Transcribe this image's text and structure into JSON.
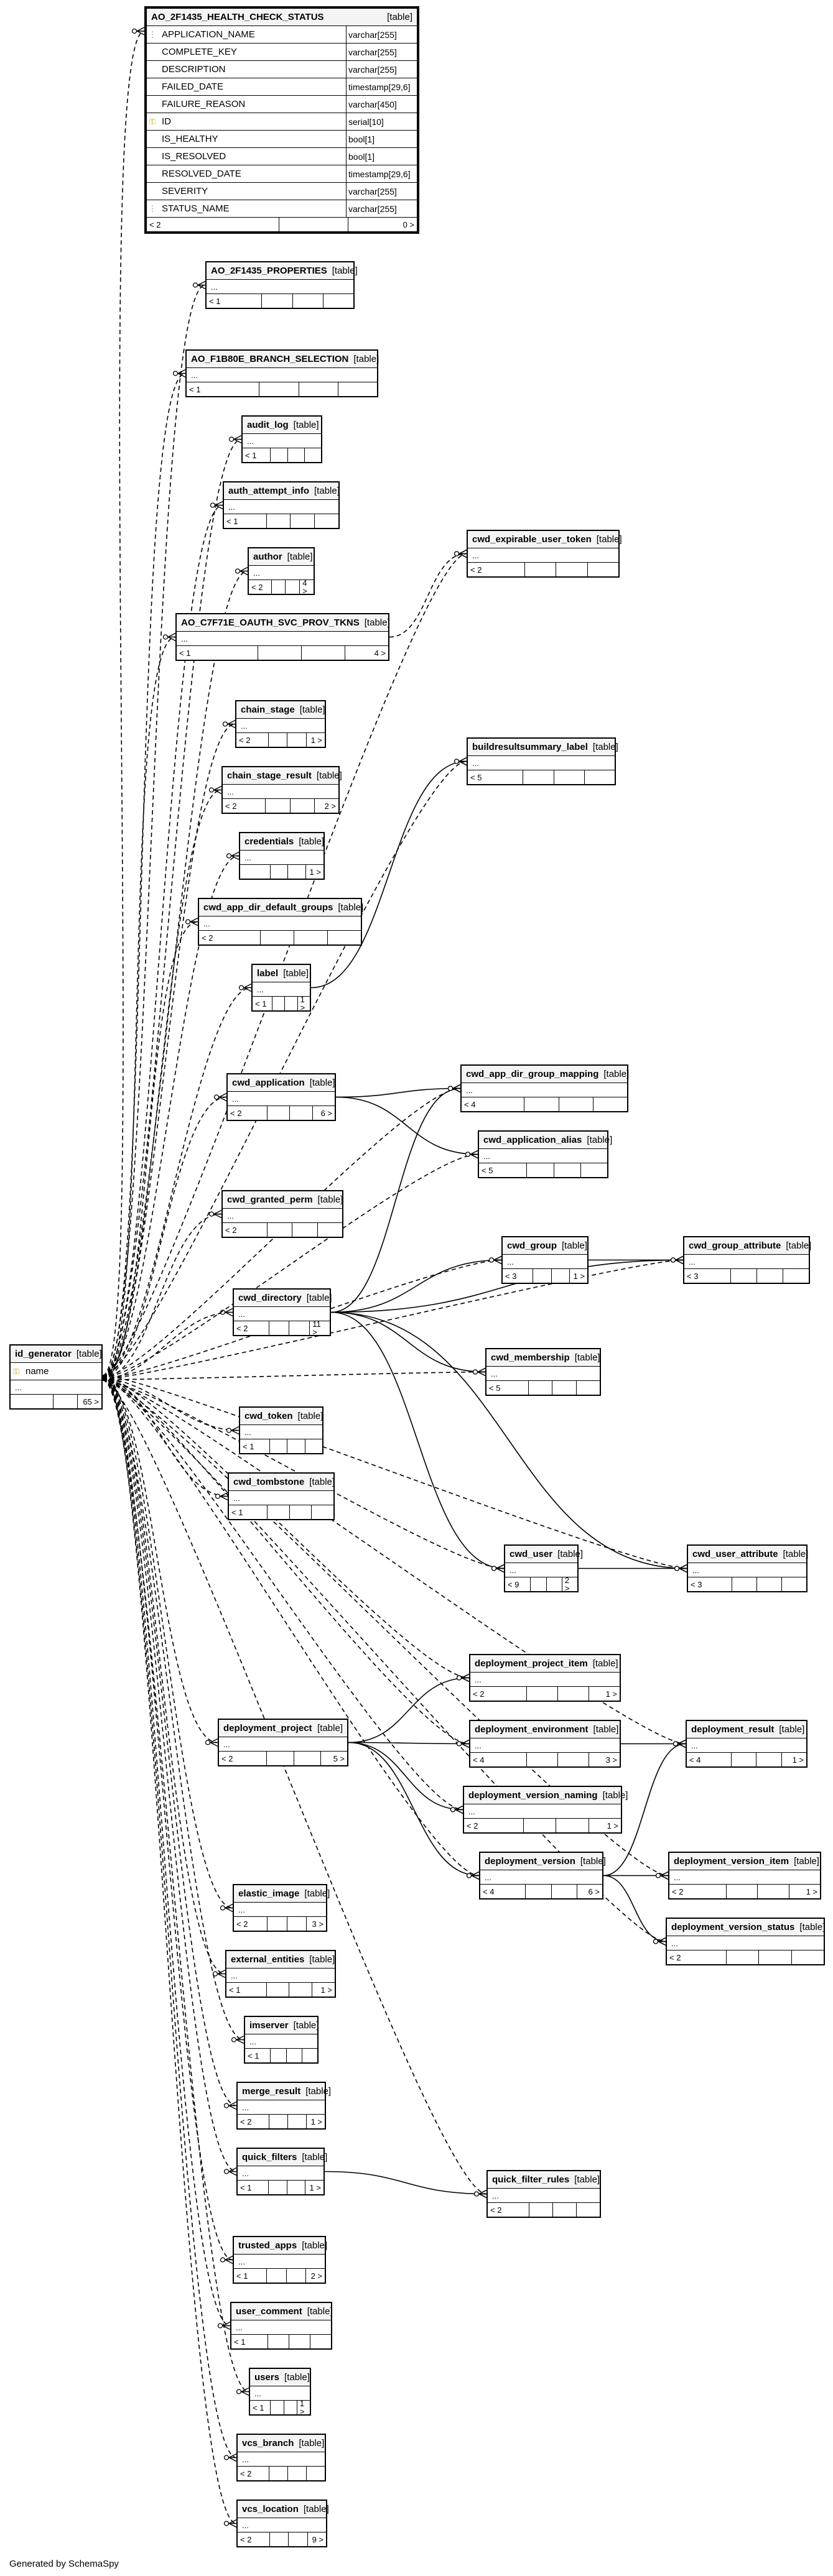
{
  "generator_label": "Generated by SchemaSpy",
  "icons": {
    "pk": "key-icon",
    "fk": "foreign-key-icon",
    "crowfoot": "crowfoot-many-end"
  },
  "focus_table": {
    "name": "AO_2F1435_HEALTH_CHECK_STATUS",
    "type": "[table]",
    "columns": [
      {
        "name": "APPLICATION_NAME",
        "type": "varchar[255]",
        "key": "fk"
      },
      {
        "name": "COMPLETE_KEY",
        "type": "varchar[255]",
        "key": ""
      },
      {
        "name": "DESCRIPTION",
        "type": "varchar[255]",
        "key": ""
      },
      {
        "name": "FAILED_DATE",
        "type": "timestamp[29,6]",
        "key": ""
      },
      {
        "name": "FAILURE_REASON",
        "type": "varchar[450]",
        "key": ""
      },
      {
        "name": "ID",
        "type": "serial[10]",
        "key": "pk"
      },
      {
        "name": "IS_HEALTHY",
        "type": "bool[1]",
        "key": ""
      },
      {
        "name": "IS_RESOLVED",
        "type": "bool[1]",
        "key": ""
      },
      {
        "name": "RESOLVED_DATE",
        "type": "timestamp[29,6]",
        "key": ""
      },
      {
        "name": "SEVERITY",
        "type": "varchar[255]",
        "key": ""
      },
      {
        "name": "STATUS_NAME",
        "type": "varchar[255]",
        "key": "fk"
      }
    ],
    "foot_left": "< 2",
    "foot_right": "0 >"
  },
  "id_generator": {
    "name": "id_generator",
    "type": "[table]",
    "columns": [
      {
        "name": "name",
        "key": "pk"
      }
    ],
    "ellipsis": "...",
    "foot_left": "",
    "foot_right": "65 >"
  },
  "tables": [
    {
      "id": "ao_props",
      "name": "AO_2F1435_PROPERTIES",
      "type": "[table]",
      "ellipsis": "...",
      "foot_left": "< 1",
      "foot_right": ""
    },
    {
      "id": "ao_branch",
      "name": "AO_F1B80E_BRANCH_SELECTION",
      "type": "[table]",
      "ellipsis": "...",
      "foot_left": "< 1",
      "foot_right": ""
    },
    {
      "id": "audit_log",
      "name": "audit_log",
      "type": "[table]",
      "ellipsis": "...",
      "foot_left": "< 1",
      "foot_right": ""
    },
    {
      "id": "auth_attempt",
      "name": "auth_attempt_info",
      "type": "[table]",
      "ellipsis": "...",
      "foot_left": "< 1",
      "foot_right": ""
    },
    {
      "id": "author",
      "name": "author",
      "type": "[table]",
      "ellipsis": "...",
      "foot_left": "< 2",
      "foot_right": "4 >"
    },
    {
      "id": "ao_oauth",
      "name": "AO_C7F71E_OAUTH_SVC_PROV_TKNS",
      "type": "[table]",
      "ellipsis": "...",
      "foot_left": "< 1",
      "foot_right": "4 >"
    },
    {
      "id": "chain_stage",
      "name": "chain_stage",
      "type": "[table]",
      "ellipsis": "...",
      "foot_left": "< 2",
      "foot_right": "1 >"
    },
    {
      "id": "chain_stage_result",
      "name": "chain_stage_result",
      "type": "[table]",
      "ellipsis": "...",
      "foot_left": "< 2",
      "foot_right": "2 >"
    },
    {
      "id": "credentials",
      "name": "credentials",
      "type": "[table]",
      "ellipsis": "...",
      "foot_left": "",
      "foot_right": "1 >"
    },
    {
      "id": "cwd_app_dir_def",
      "name": "cwd_app_dir_default_groups",
      "type": "[table]",
      "ellipsis": "...",
      "foot_left": "< 2",
      "foot_right": ""
    },
    {
      "id": "label",
      "name": "label",
      "type": "[table]",
      "ellipsis": "...",
      "foot_left": "< 1",
      "foot_right": "1 >"
    },
    {
      "id": "cwd_application",
      "name": "cwd_application",
      "type": "[table]",
      "ellipsis": "...",
      "foot_left": "< 2",
      "foot_right": "6 >"
    },
    {
      "id": "cwd_granted_perm",
      "name": "cwd_granted_perm",
      "type": "[table]",
      "ellipsis": "...",
      "foot_left": "< 2",
      "foot_right": ""
    },
    {
      "id": "cwd_directory",
      "name": "cwd_directory",
      "type": "[table]",
      "ellipsis": "...",
      "foot_left": "< 2",
      "foot_right": "11 >"
    },
    {
      "id": "cwd_token",
      "name": "cwd_token",
      "type": "[table]",
      "ellipsis": "...",
      "foot_left": "< 1",
      "foot_right": ""
    },
    {
      "id": "cwd_tombstone",
      "name": "cwd_tombstone",
      "type": "[table]",
      "ellipsis": "...",
      "foot_left": "< 1",
      "foot_right": ""
    },
    {
      "id": "deployment_project",
      "name": "deployment_project",
      "type": "[table]",
      "ellipsis": "...",
      "foot_left": "< 2",
      "foot_right": "5 >"
    },
    {
      "id": "elastic_image",
      "name": "elastic_image",
      "type": "[table]",
      "ellipsis": "...",
      "foot_left": "< 2",
      "foot_right": "3 >"
    },
    {
      "id": "external_entities",
      "name": "external_entities",
      "type": "[table]",
      "ellipsis": "...",
      "foot_left": "< 1",
      "foot_right": "1 >"
    },
    {
      "id": "imserver",
      "name": "imserver",
      "type": "[table]",
      "ellipsis": "...",
      "foot_left": "< 1",
      "foot_right": ""
    },
    {
      "id": "merge_result",
      "name": "merge_result",
      "type": "[table]",
      "ellipsis": "...",
      "foot_left": "< 2",
      "foot_right": "1 >"
    },
    {
      "id": "quick_filters",
      "name": "quick_filters",
      "type": "[table]",
      "ellipsis": "...",
      "foot_left": "< 1",
      "foot_right": "1 >"
    },
    {
      "id": "trusted_apps",
      "name": "trusted_apps",
      "type": "[table]",
      "ellipsis": "...",
      "foot_left": "< 1",
      "foot_right": "2 >"
    },
    {
      "id": "user_comment",
      "name": "user_comment",
      "type": "[table]",
      "ellipsis": "...",
      "foot_left": "< 1",
      "foot_right": ""
    },
    {
      "id": "users",
      "name": "users",
      "type": "[table]",
      "ellipsis": "...",
      "foot_left": "< 1",
      "foot_right": "1 >"
    },
    {
      "id": "vcs_branch",
      "name": "vcs_branch",
      "type": "[table]",
      "ellipsis": "...",
      "foot_left": "< 2",
      "foot_right": ""
    },
    {
      "id": "vcs_location",
      "name": "vcs_location",
      "type": "[table]",
      "ellipsis": "...",
      "foot_left": "< 2",
      "foot_right": "9 >"
    },
    {
      "id": "cwd_expirable",
      "name": "cwd_expirable_user_token",
      "type": "[table]",
      "ellipsis": "...",
      "foot_left": "< 2",
      "foot_right": ""
    },
    {
      "id": "buildresult_label",
      "name": "buildresultsummary_label",
      "type": "[table]",
      "ellipsis": "...",
      "foot_left": "< 5",
      "foot_right": ""
    },
    {
      "id": "cwd_app_dir_map",
      "name": "cwd_app_dir_group_mapping",
      "type": "[table]",
      "ellipsis": "...",
      "foot_left": "< 4",
      "foot_right": ""
    },
    {
      "id": "cwd_app_alias",
      "name": "cwd_application_alias",
      "type": "[table]",
      "ellipsis": "...",
      "foot_left": "< 5",
      "foot_right": ""
    },
    {
      "id": "cwd_group",
      "name": "cwd_group",
      "type": "[table]",
      "ellipsis": "...",
      "foot_left": "< 3",
      "foot_right": "1 >"
    },
    {
      "id": "cwd_group_attr",
      "name": "cwd_group_attribute",
      "type": "[table]",
      "ellipsis": "...",
      "foot_left": "< 3",
      "foot_right": ""
    },
    {
      "id": "cwd_membership",
      "name": "cwd_membership",
      "type": "[table]",
      "ellipsis": "...",
      "foot_left": "< 5",
      "foot_right": ""
    },
    {
      "id": "cwd_user",
      "name": "cwd_user",
      "type": "[table]",
      "ellipsis": "...",
      "foot_left": "< 9",
      "foot_right": "2 >"
    },
    {
      "id": "cwd_user_attr",
      "name": "cwd_user_attribute",
      "type": "[table]",
      "ellipsis": "...",
      "foot_left": "< 3",
      "foot_right": ""
    },
    {
      "id": "dep_proj_item",
      "name": "deployment_project_item",
      "type": "[table]",
      "ellipsis": "...",
      "foot_left": "< 2",
      "foot_right": "1 >"
    },
    {
      "id": "dep_env",
      "name": "deployment_environment",
      "type": "[table]",
      "ellipsis": "...",
      "foot_left": "< 4",
      "foot_right": "3 >"
    },
    {
      "id": "dep_version_naming",
      "name": "deployment_version_naming",
      "type": "[table]",
      "ellipsis": "...",
      "foot_left": "< 2",
      "foot_right": "1 >"
    },
    {
      "id": "dep_version",
      "name": "deployment_version",
      "type": "[table]",
      "ellipsis": "...",
      "foot_left": "< 4",
      "foot_right": "6 >"
    },
    {
      "id": "dep_result",
      "name": "deployment_result",
      "type": "[table]",
      "ellipsis": "...",
      "foot_left": "< 4",
      "foot_right": "1 >"
    },
    {
      "id": "dep_version_item",
      "name": "deployment_version_item",
      "type": "[table]",
      "ellipsis": "...",
      "foot_left": "< 2",
      "foot_right": "1 >"
    },
    {
      "id": "dep_version_status",
      "name": "deployment_version_status",
      "type": "[table]",
      "ellipsis": "...",
      "foot_left": "< 2",
      "foot_right": ""
    },
    {
      "id": "quick_filter_rules",
      "name": "quick_filter_rules",
      "type": "[table]",
      "ellipsis": "...",
      "foot_left": "< 2",
      "foot_right": ""
    }
  ],
  "relations": [
    {
      "from": "id_generator",
      "to": "focus",
      "style": "dashed"
    },
    {
      "from": "id_generator",
      "to": "ao_props",
      "style": "dashed"
    },
    {
      "from": "id_generator",
      "to": "ao_branch",
      "style": "dashed"
    },
    {
      "from": "id_generator",
      "to": "audit_log",
      "style": "dashed"
    },
    {
      "from": "id_generator",
      "to": "auth_attempt",
      "style": "dashed"
    },
    {
      "from": "id_generator",
      "to": "author",
      "style": "dashed"
    },
    {
      "from": "id_generator",
      "to": "ao_oauth",
      "style": "dashed"
    },
    {
      "from": "id_generator",
      "to": "chain_stage",
      "style": "dashed"
    },
    {
      "from": "id_generator",
      "to": "chain_stage_result",
      "style": "dashed"
    },
    {
      "from": "id_generator",
      "to": "credentials",
      "style": "dashed"
    },
    {
      "from": "id_generator",
      "to": "cwd_app_dir_def",
      "style": "dashed"
    },
    {
      "from": "id_generator",
      "to": "label",
      "style": "dashed"
    },
    {
      "from": "id_generator",
      "to": "cwd_application",
      "style": "dashed"
    },
    {
      "from": "id_generator",
      "to": "cwd_granted_perm",
      "style": "dashed"
    },
    {
      "from": "id_generator",
      "to": "cwd_directory",
      "style": "dashed"
    },
    {
      "from": "id_generator",
      "to": "cwd_token",
      "style": "dashed"
    },
    {
      "from": "id_generator",
      "to": "cwd_tombstone",
      "style": "dashed"
    },
    {
      "from": "id_generator",
      "to": "deployment_project",
      "style": "dashed"
    },
    {
      "from": "id_generator",
      "to": "elastic_image",
      "style": "dashed"
    },
    {
      "from": "id_generator",
      "to": "external_entities",
      "style": "dashed"
    },
    {
      "from": "id_generator",
      "to": "imserver",
      "style": "dashed"
    },
    {
      "from": "id_generator",
      "to": "merge_result",
      "style": "dashed"
    },
    {
      "from": "id_generator",
      "to": "quick_filters",
      "style": "dashed"
    },
    {
      "from": "id_generator",
      "to": "trusted_apps",
      "style": "dashed"
    },
    {
      "from": "id_generator",
      "to": "user_comment",
      "style": "dashed"
    },
    {
      "from": "id_generator",
      "to": "users",
      "style": "dashed"
    },
    {
      "from": "id_generator",
      "to": "vcs_branch",
      "style": "dashed"
    },
    {
      "from": "id_generator",
      "to": "vcs_location",
      "style": "dashed"
    },
    {
      "from": "id_generator",
      "to": "cwd_expirable",
      "style": "dashed"
    },
    {
      "from": "id_generator",
      "to": "buildresult_label",
      "style": "dashed"
    },
    {
      "from": "id_generator",
      "to": "cwd_app_dir_map",
      "style": "dashed"
    },
    {
      "from": "id_generator",
      "to": "cwd_app_alias",
      "style": "dashed"
    },
    {
      "from": "id_generator",
      "to": "cwd_group",
      "style": "dashed"
    },
    {
      "from": "id_generator",
      "to": "cwd_group_attr",
      "style": "dashed"
    },
    {
      "from": "id_generator",
      "to": "cwd_membership",
      "style": "dashed"
    },
    {
      "from": "id_generator",
      "to": "cwd_user",
      "style": "dashed"
    },
    {
      "from": "id_generator",
      "to": "cwd_user_attr",
      "style": "dashed"
    },
    {
      "from": "id_generator",
      "to": "dep_proj_item",
      "style": "dashed"
    },
    {
      "from": "id_generator",
      "to": "dep_env",
      "style": "dashed"
    },
    {
      "from": "id_generator",
      "to": "dep_version_naming",
      "style": "dashed"
    },
    {
      "from": "id_generator",
      "to": "dep_version",
      "style": "dashed"
    },
    {
      "from": "id_generator",
      "to": "dep_result",
      "style": "dashed"
    },
    {
      "from": "id_generator",
      "to": "dep_version_item",
      "style": "dashed"
    },
    {
      "from": "id_generator",
      "to": "dep_version_status",
      "style": "dashed"
    },
    {
      "from": "id_generator",
      "to": "quick_filter_rules",
      "style": "dashed"
    },
    {
      "from": "ao_oauth",
      "to": "cwd_expirable",
      "style": "dashed"
    },
    {
      "from": "label",
      "to": "buildresult_label",
      "style": "solid"
    },
    {
      "from": "cwd_application",
      "to": "cwd_app_dir_map",
      "style": "solid"
    },
    {
      "from": "cwd_application",
      "to": "cwd_app_alias",
      "style": "solid"
    },
    {
      "from": "cwd_directory",
      "to": "cwd_app_dir_map",
      "style": "solid"
    },
    {
      "from": "cwd_directory",
      "to": "cwd_group",
      "style": "solid"
    },
    {
      "from": "cwd_directory",
      "to": "cwd_group_attr",
      "style": "solid"
    },
    {
      "from": "cwd_directory",
      "to": "cwd_membership",
      "style": "solid"
    },
    {
      "from": "cwd_directory",
      "to": "cwd_user",
      "style": "solid"
    },
    {
      "from": "cwd_directory",
      "to": "cwd_user_attr",
      "style": "solid"
    },
    {
      "from": "cwd_group",
      "to": "cwd_group_attr",
      "style": "solid"
    },
    {
      "from": "cwd_user",
      "to": "cwd_user_attr",
      "style": "solid"
    },
    {
      "from": "deployment_project",
      "to": "dep_proj_item",
      "style": "solid"
    },
    {
      "from": "deployment_project",
      "to": "dep_env",
      "style": "solid"
    },
    {
      "from": "deployment_project",
      "to": "dep_version_naming",
      "style": "solid"
    },
    {
      "from": "deployment_project",
      "to": "dep_version",
      "style": "solid"
    },
    {
      "from": "dep_env",
      "to": "dep_result",
      "style": "solid"
    },
    {
      "from": "dep_version",
      "to": "dep_result",
      "style": "solid"
    },
    {
      "from": "dep_version",
      "to": "dep_version_item",
      "style": "solid"
    },
    {
      "from": "dep_version",
      "to": "dep_version_status",
      "style": "solid"
    },
    {
      "from": "quick_filters",
      "to": "quick_filter_rules",
      "style": "solid"
    }
  ]
}
